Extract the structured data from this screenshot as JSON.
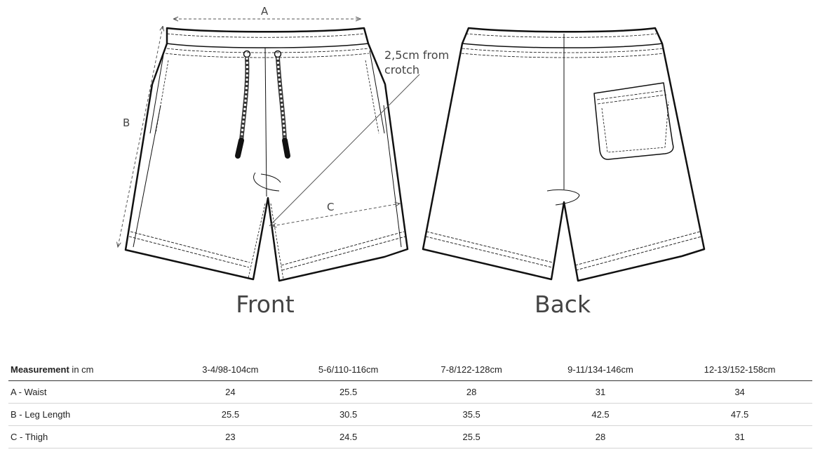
{
  "figure": {
    "dimension_labels": {
      "a": "A",
      "b": "B",
      "c": "C"
    },
    "note_line1": "2,5cm from",
    "note_line2": "crotch",
    "front_label": "Front",
    "back_label": "Back"
  },
  "table": {
    "header": {
      "measurement_bold": "Measurement",
      "measurement_unit": " in cm",
      "sizes": [
        "3-4/98-104cm",
        "5-6/110-116cm",
        "7-8/122-128cm",
        "9-11/134-146cm",
        "12-13/152-158cm"
      ]
    },
    "rows": [
      {
        "label": "A - Waist",
        "values": [
          "24",
          "25.5",
          "28",
          "31",
          "34"
        ]
      },
      {
        "label": "B - Leg Length",
        "values": [
          "25.5",
          "30.5",
          "35.5",
          "42.5",
          "47.5"
        ]
      },
      {
        "label": "C - Thigh",
        "values": [
          "23",
          "24.5",
          "25.5",
          "28",
          "31"
        ]
      }
    ]
  }
}
